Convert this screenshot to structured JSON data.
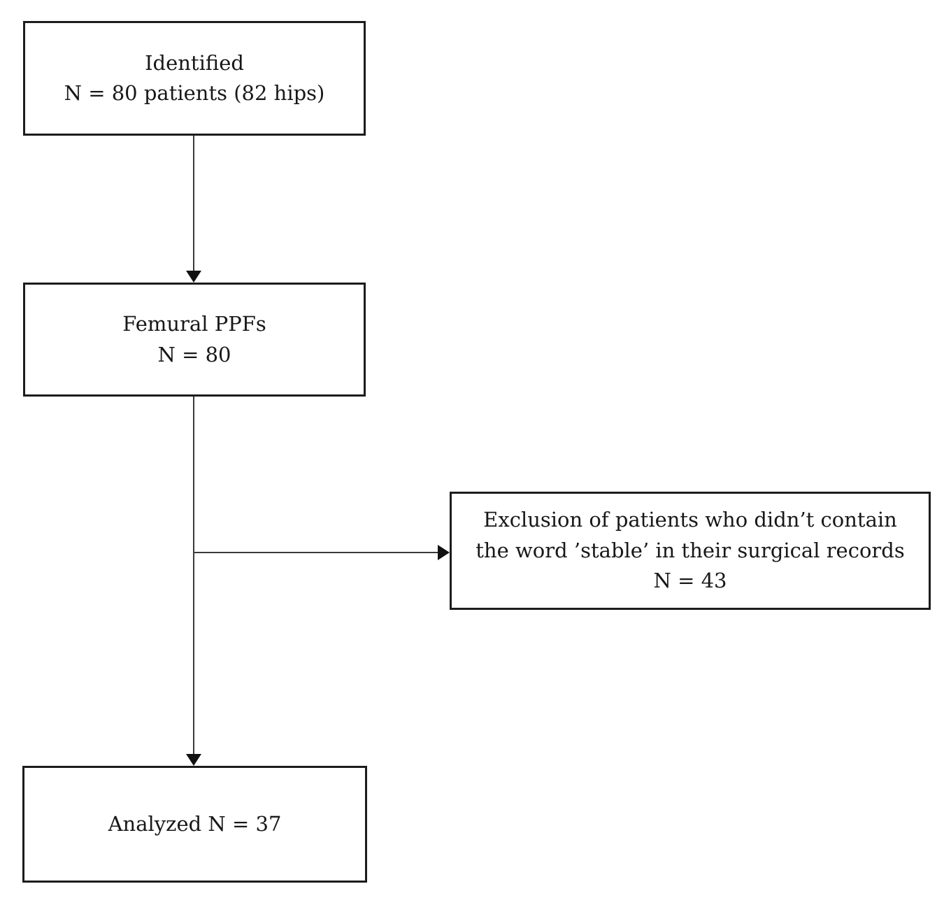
{
  "diagram": {
    "type": "flowchart",
    "description": "Patient selection flow diagram",
    "colors": {
      "background": "#ffffff",
      "box_border": "#1c1c1c",
      "connector_line": "#3a3a3a",
      "arrowhead": "#111111",
      "text": "#181818"
    },
    "boxes": {
      "identified": {
        "line1": "Identified",
        "line2": "N = 80 patients (82 hips)"
      },
      "femural": {
        "line1": "Femural PPFs",
        "line2": "N = 80"
      },
      "exclusion": {
        "line1": "Exclusion of patients who didn’t contain",
        "line2": "the word ’stable’ in their surgical records",
        "line3": "N = 43"
      },
      "analyzed": {
        "line1": "Analyzed N = 37"
      }
    },
    "connectors": [
      {
        "from": "identified",
        "to": "femural",
        "direction": "down"
      },
      {
        "from": "femural",
        "to": "analyzed",
        "direction": "down"
      },
      {
        "from": "femural-analyzed-line",
        "to": "exclusion",
        "direction": "right"
      }
    ]
  }
}
